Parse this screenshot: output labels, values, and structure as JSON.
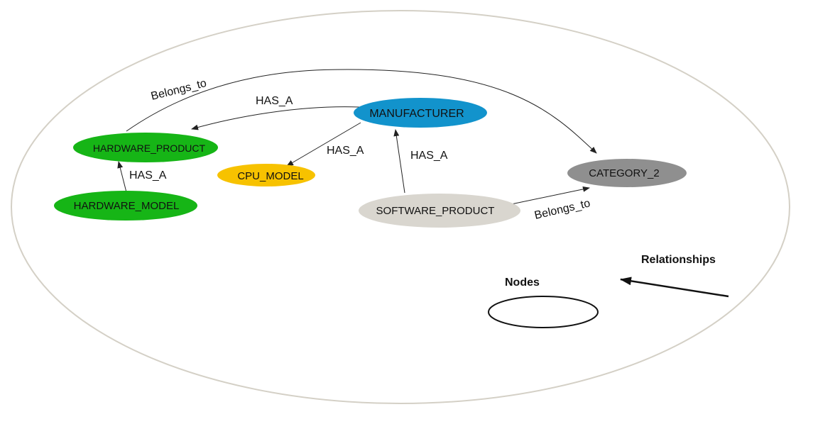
{
  "colors": {
    "outer_boundary": "#d4d0c6",
    "hardware": "#16b516",
    "cpu": "#f7c200",
    "manufacturer": "#1293cc",
    "software": "#d9d6cf",
    "category": "#8f8f8f",
    "edge": "#222222"
  },
  "nodes": {
    "hardware_product": {
      "label": "HARDWARE_PRODUCT"
    },
    "hardware_model": {
      "label": "HARDWARE_MODEL"
    },
    "cpu_model": {
      "label": "CPU_MODEL"
    },
    "manufacturer": {
      "label": "MANUFACTURER"
    },
    "software_product": {
      "label": "SOFTWARE_PRODUCT"
    },
    "category_2": {
      "label": "CATEGORY_2"
    }
  },
  "edges": {
    "hw_belongs_to_category": {
      "label": "Belongs_to"
    },
    "manufacturer_has_hw_product": {
      "label": "HAS_A"
    },
    "manufacturer_has_cpu": {
      "label": "HAS_A"
    },
    "software_has_manufacturer": {
      "label": "HAS_A"
    },
    "hw_model_has_hw_product": {
      "label": "HAS_A"
    },
    "software_belongs_to_category": {
      "label": "Belongs_to"
    }
  },
  "legend": {
    "relationships_label": "Relationships",
    "nodes_label": "Nodes"
  }
}
